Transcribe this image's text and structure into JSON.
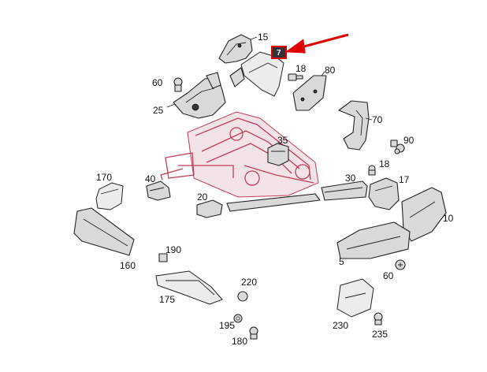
{
  "callouts": {
    "c15": "15",
    "c18a": "18",
    "c80": "80",
    "c60a": "60",
    "c25": "25",
    "c70": "70",
    "c90": "90",
    "c35": "35",
    "c18b": "18",
    "c170": "170",
    "c40": "40",
    "c30": "30",
    "c17": "17",
    "c20": "20",
    "c10": "10",
    "c160": "160",
    "c190": "190",
    "c5": "5",
    "c60b": "60",
    "c220": "220",
    "c175": "175",
    "c195": "195",
    "c230": "230",
    "c180": "180",
    "c235": "235"
  },
  "marker": {
    "label": "7"
  },
  "colors": {
    "highlight": "#e00000",
    "frame": "#c0405a",
    "part": "#d9d9d9"
  }
}
